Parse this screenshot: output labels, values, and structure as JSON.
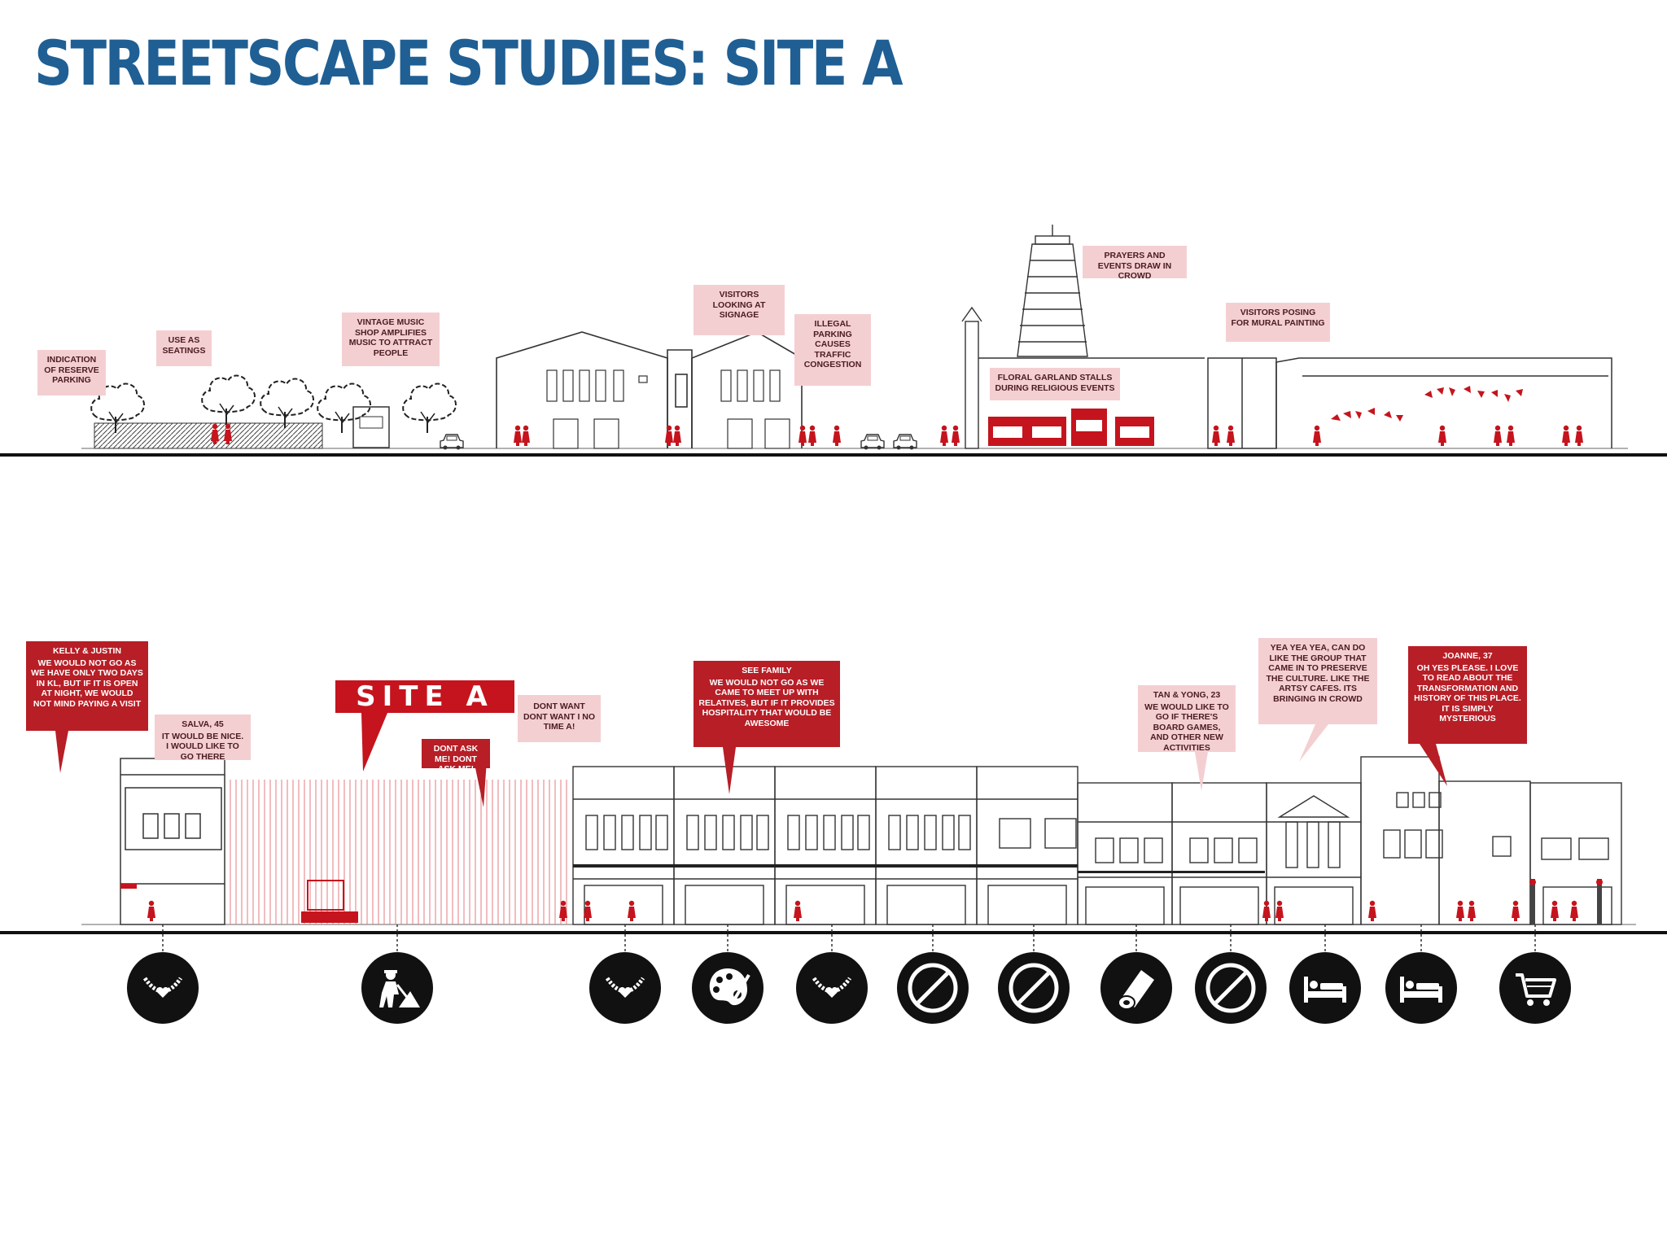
{
  "title": "STREETSCAPE STUDIES: SITE A",
  "colors": {
    "title": "#1f5f94",
    "accent_red": "#b71e26",
    "pink_note": "#f4cfd2",
    "ground_line": "#111111"
  },
  "top_section": {
    "notes": [
      {
        "text": "INDICATION OF RESERVE PARKING"
      },
      {
        "text": "USE AS SEATINGS"
      },
      {
        "text": "VINTAGE MUSIC SHOP AMPLIFIES MUSIC TO ATTRACT PEOPLE"
      },
      {
        "text": "VISITORS LOOKING AT SIGNAGE"
      },
      {
        "text": "ILLEGAL PARKING CAUSES TRAFFIC CONGESTION"
      },
      {
        "text": "PRAYERS AND EVENTS DRAW IN CROWD"
      },
      {
        "text": "FLORAL GARLAND STALLS DURING RELIGIOUS EVENTS"
      },
      {
        "text": "VISITORS POSING FOR MURAL PAINTING"
      }
    ]
  },
  "bottom_section": {
    "site_label": "SITE A",
    "quotes": [
      {
        "name": "KELLY & JUSTIN",
        "text": "WE WOULD NOT GO AS WE HAVE ONLY TWO DAYS IN KL, BUT IF IT IS OPEN AT NIGHT, WE WOULD NOT MIND PAYING A VISIT"
      },
      {
        "name": "SALVA, 45",
        "text": "IT WOULD BE NICE. I WOULD LIKE TO GO THERE"
      },
      {
        "name": "",
        "text": "DONT WANT DONT WANT I NO TIME A!"
      },
      {
        "name": "",
        "text": "DONT ASK ME! DONT ASK ME!"
      },
      {
        "name": "SEE FAMILY",
        "text": "WE WOULD NOT GO AS WE CAME TO MEET UP WITH RELATIVES, BUT IF IT PROVIDES HOSPITALITY THAT WOULD BE AWESOME"
      },
      {
        "name": "TAN & YONG, 23",
        "text": "WE WOULD LIKE TO GO IF THERE'S BOARD GAMES, AND OTHER NEW ACTIVITIES"
      },
      {
        "name": "",
        "text": "YEA YEA YEA, CAN DO LIKE THE GROUP THAT CAME IN TO PRESERVE THE CULTURE. LIKE THE ARTSY CAFES. ITS BRINGING IN CROWD"
      },
      {
        "name": "JOANNE, 37",
        "text": "OH YES PLEASE. I LOVE TO READ ABOUT THE TRANSFORMATION AND HISTORY OF THIS PLACE. IT IS SIMPLY MYSTERIOUS"
      }
    ],
    "icons": [
      {
        "name": "jewelry-icon"
      },
      {
        "name": "construction-worker-icon"
      },
      {
        "name": "jewelry-icon"
      },
      {
        "name": "art-palette-icon"
      },
      {
        "name": "jewelry-icon"
      },
      {
        "name": "prohibited-icon"
      },
      {
        "name": "prohibited-icon"
      },
      {
        "name": "textile-roll-icon"
      },
      {
        "name": "prohibited-icon"
      },
      {
        "name": "bed-icon"
      },
      {
        "name": "bed-icon"
      },
      {
        "name": "shopping-cart-icon"
      }
    ]
  }
}
